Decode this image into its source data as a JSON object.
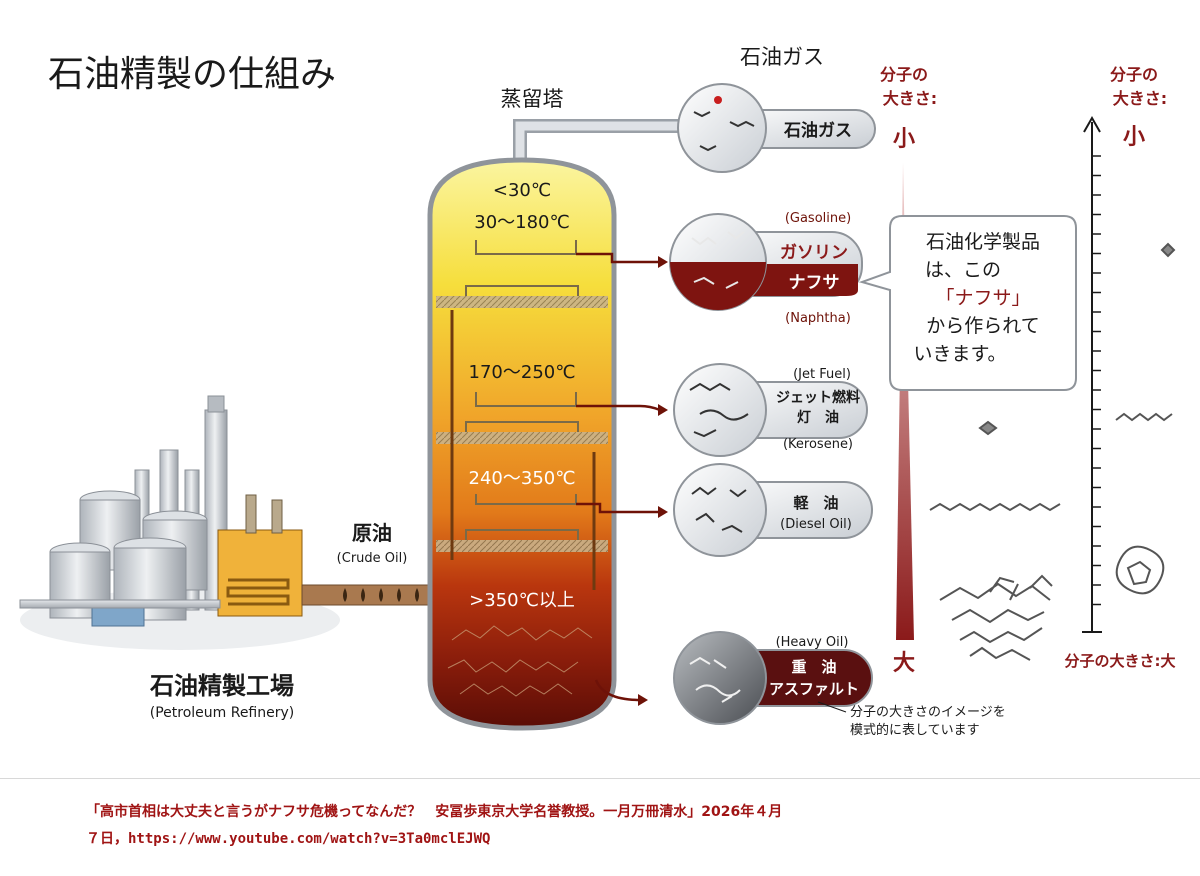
{
  "title": "石油精製の仕組み",
  "tower_label": "蒸留塔",
  "top_gas_label": "石油ガス",
  "refinery": {
    "label": "石油精製工場",
    "label_en": "(Petroleum Refinery)"
  },
  "crude": {
    "label": "原油",
    "label_en": "(Crude Oil)"
  },
  "temperatures": [
    "<30℃",
    "30～180℃",
    "170～250℃",
    "240～350℃",
    ">350℃以上"
  ],
  "products": [
    {
      "en_top": "",
      "jp": [
        "石油ガス"
      ],
      "en_bottom": ""
    },
    {
      "en_top": "(Gasoline)",
      "jp": [
        "ガソリン",
        "ナフサ"
      ],
      "en_bottom": "(Naphtha)"
    },
    {
      "en_top": "(Jet Fuel)",
      "jp": [
        "ジェット燃料",
        "灯　油"
      ],
      "en_bottom": "(Kerosene)"
    },
    {
      "en_top": "",
      "jp": [
        "軽　油"
      ],
      "en_bottom": "(Diesel Oil)"
    },
    {
      "en_top": "(Heavy Oil)",
      "jp": [
        "重　油",
        "アスファルト"
      ],
      "en_bottom": ""
    }
  ],
  "callout": [
    "石油化学製品",
    "は、この",
    "「ナフサ」",
    "から作られて",
    "いきます。"
  ],
  "size_scale": {
    "header": [
      "分子の",
      "大きさ:"
    ],
    "small": "小",
    "large": "大"
  },
  "right_scale": {
    "header": [
      "分子の",
      "大きさ:"
    ],
    "small": "小",
    "bottom": "分子の大きさ:大"
  },
  "note": [
    "分子の大きさのイメージを",
    "模式的に表しています"
  ],
  "caption": {
    "line1": "「高市首相は大丈夫と言うがナフサ危機ってなんだ？　安冨歩東京大学名誉教授。一月万冊清水」2026年４月",
    "line2_prefix": "７日，",
    "line2_url": "https://www.youtube.com/watch?v=3Ta0mclEJWQ"
  },
  "colors": {
    "accent": "#8b1a1a",
    "tower_top": "#fbf06a",
    "tower_bottom": "#6e1208",
    "pipe": "#cfd3d8"
  }
}
